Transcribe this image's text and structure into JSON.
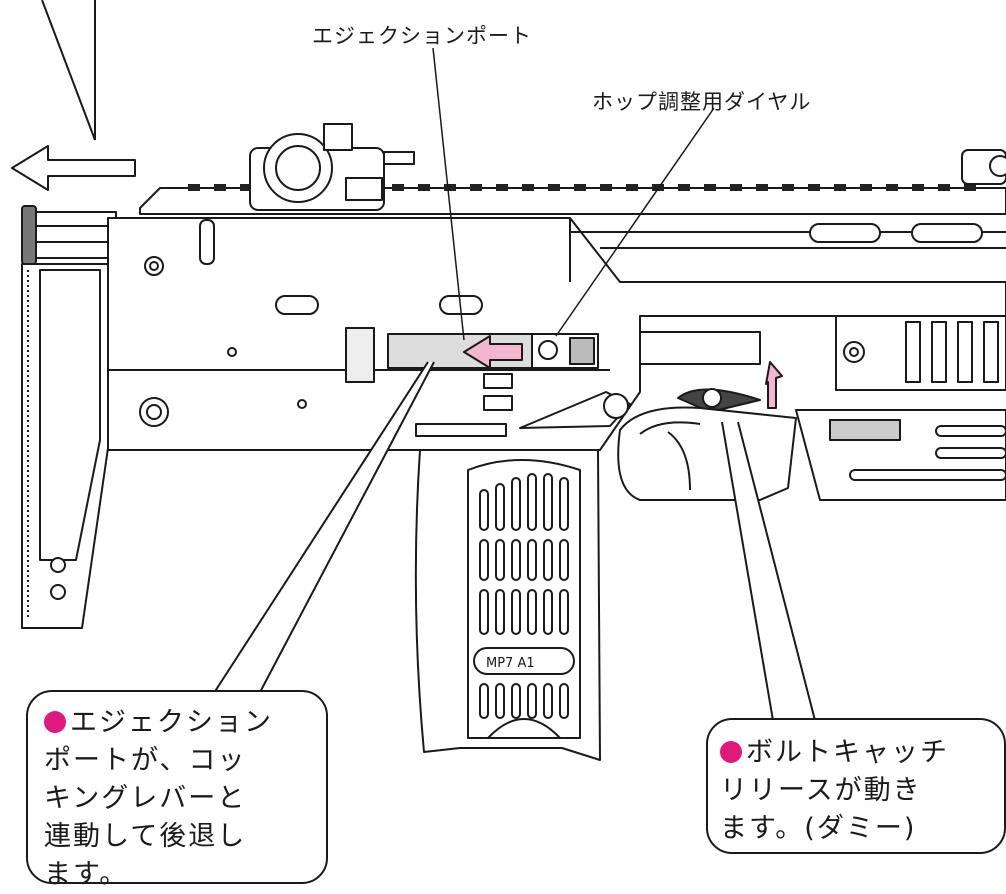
{
  "labels": {
    "ejection_port": "エジェクションポート",
    "hop_dial": "ホップ調整用ダイヤル"
  },
  "callouts": {
    "left": {
      "lines": [
        "エジェクション",
        "ポートが、コッ",
        "キングレバーと",
        "連動して後退し",
        "ます。"
      ]
    },
    "right": {
      "lines": [
        "ボルトキャッチ",
        "リリースが動き",
        "ます。(ダミー)"
      ]
    }
  },
  "grip_marking": "MP7 A1",
  "colors": {
    "accent": "#e0197d",
    "arrow_fill": "#f4b6cf",
    "line": "#1a1a1a"
  }
}
